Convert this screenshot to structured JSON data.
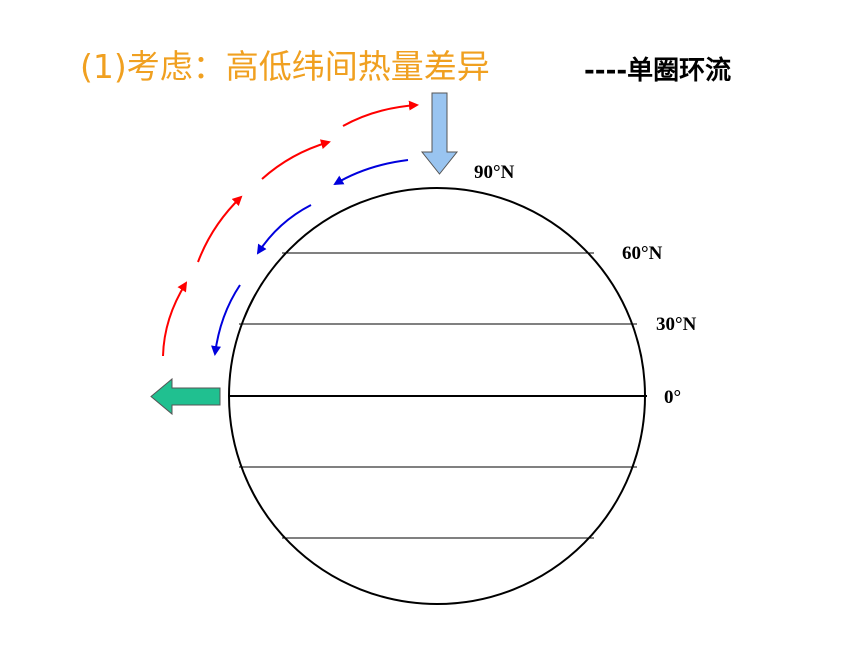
{
  "title": {
    "main": "(1)考虑：高低纬间热量差异",
    "sub": "----单圈环流"
  },
  "latitudes": [
    {
      "label": "90°N"
    },
    {
      "label": "60°N"
    },
    {
      "label": "30°N"
    },
    {
      "label": "0°"
    }
  ],
  "colors": {
    "title": "#f0a020",
    "upper_flow": "#ff0000",
    "lower_flow": "#0000dd",
    "sinking_arrow": "#99c4f0",
    "surface_arrow": "#20c090",
    "outline": "#000000"
  }
}
